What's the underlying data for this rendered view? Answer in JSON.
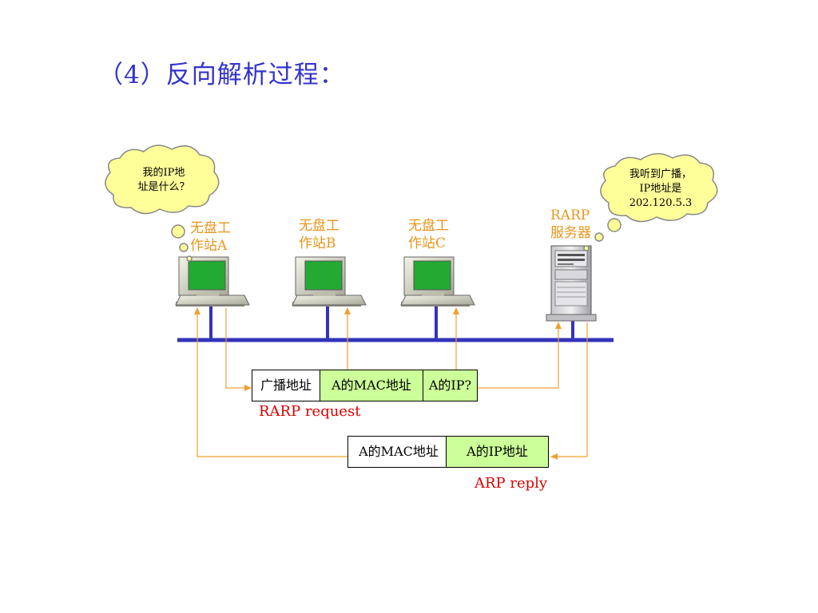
{
  "title": "（4）反向解析过程：",
  "nodes": {
    "a": {
      "line1": "无盘工",
      "line2": "作站A"
    },
    "b": {
      "line1": "无盘工",
      "line2": "作站B"
    },
    "c": {
      "line1": "无盘工",
      "line2": "作站C"
    },
    "server": {
      "line1": "RARP",
      "line2": "服务器"
    }
  },
  "bubbles": {
    "a": {
      "line1": "我的IP地",
      "line2": "址是什么？"
    },
    "server": {
      "line1": "我听到广播，",
      "line2": "IP地址是",
      "line3": "202.120.5.3"
    }
  },
  "request": {
    "cells": [
      "广播地址",
      "A的MAC地址",
      "A的IP?"
    ],
    "label": "RARP request"
  },
  "reply": {
    "cells": [
      "A的MAC地址",
      "A的IP地址"
    ],
    "label": "ARP reply"
  },
  "colors": {
    "title": "#3333cc",
    "label": "#e8961c",
    "bus": "#3333bb",
    "arrow": "#f0a030",
    "cell_green": "#ccff99",
    "bubble_fill": "#ffff99",
    "reply_label": "#dd0000",
    "screen": "#22aa33"
  }
}
